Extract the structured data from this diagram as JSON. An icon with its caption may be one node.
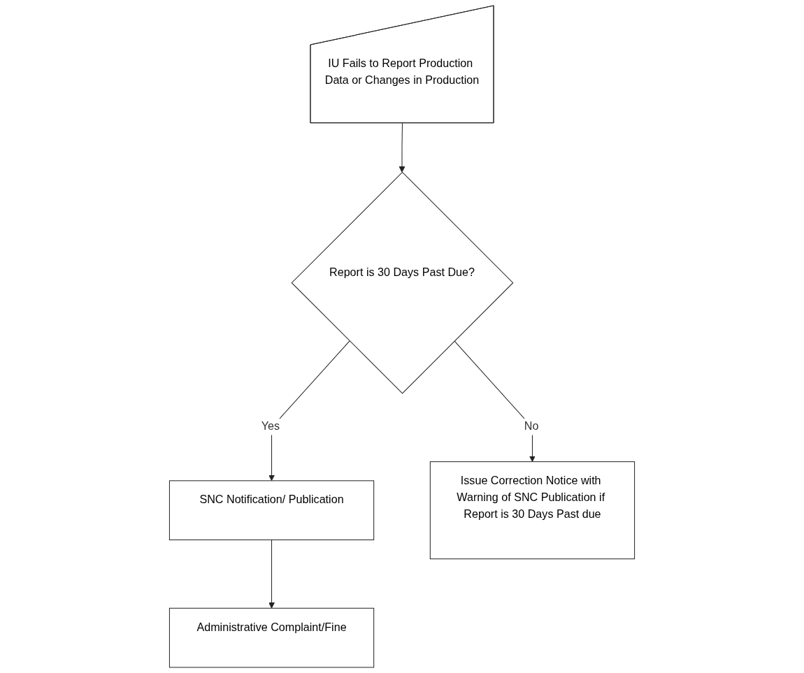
{
  "diagram": {
    "nodes": [
      {
        "text": [
          "IU Fails to Report Production Data or Changes in Production"
        ]
      },
      {
        "text": [
          "Report is 30 Days Past Due?"
        ]
      },
      {
        "text": [
          "SNC Notification/ Publication"
        ]
      },
      {
        "text": [
          "Issue Correction Notice with Warning of SNC Publication if Report is 30 Days Past due"
        ]
      },
      {
        "text": [
          "Administrative Complaint/Fine"
        ]
      }
    ],
    "edges": [
      {
        "from": 0,
        "to": 1,
        "arrow": "to"
      },
      {
        "from": 1,
        "to": 2,
        "arrow": "to",
        "label": "Yes"
      },
      {
        "from": 1,
        "to": 3,
        "arrow": "to",
        "label": "No"
      },
      {
        "from": 2,
        "to": 4,
        "arrow": "to"
      }
    ]
  }
}
